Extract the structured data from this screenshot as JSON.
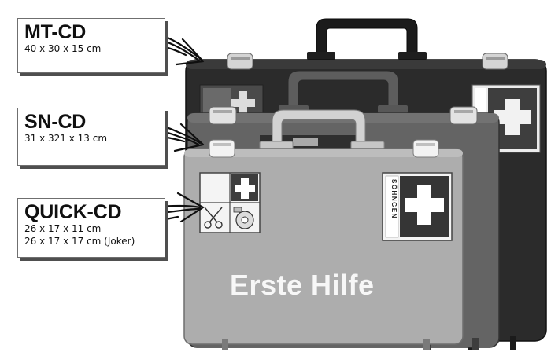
{
  "products": [
    {
      "name": "MT-CD",
      "dimensions": [
        "40 x 30 x 15 cm"
      ]
    },
    {
      "name": "SN-CD",
      "dimensions": [
        "31 x 321 x 13 cm"
      ]
    },
    {
      "name": "QUICK-CD",
      "dimensions": [
        "26 x 17 x 11 cm",
        "26 x 17 x 17 cm (Joker)"
      ]
    }
  ],
  "case": {
    "title": "Erste Hilfe",
    "brand": "SÖHNGEN"
  },
  "colors": {
    "mt_case": "#2a2a2a",
    "sn_case": "#626262",
    "quick_case": "#aeaeae",
    "label_border": "#6f6f6f"
  },
  "icons": [
    "first-aid-cross-icon",
    "arrow-icon",
    "scissors-icon",
    "bandage-icon"
  ]
}
